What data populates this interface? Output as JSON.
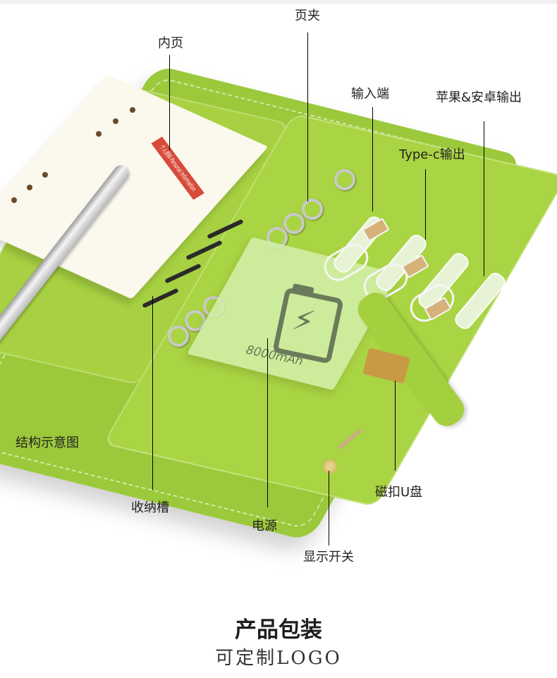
{
  "labels": {
    "inner_page": "内页",
    "page_clip": "页夹",
    "input_port": "输入端",
    "apple_android_output": "苹果&安卓输出",
    "typec_output": "Type-c输出",
    "structure_diagram": "结构示意图",
    "storage_slot": "收纳槽",
    "magnetic_usb": "磁扣U盘",
    "power_bank": "电源",
    "display_switch": "显示开关"
  },
  "product": {
    "power_capacity": "8000mAh",
    "inner_sheet_title": "个人资料 Personal Information"
  },
  "footer": {
    "title": "产品包装",
    "subtitle": "可定制LOGO"
  },
  "colors": {
    "cover": "#9cc93b",
    "leather_light": "#a9d443",
    "accent_red": "#d84a3a",
    "gold": "#c99a44"
  }
}
